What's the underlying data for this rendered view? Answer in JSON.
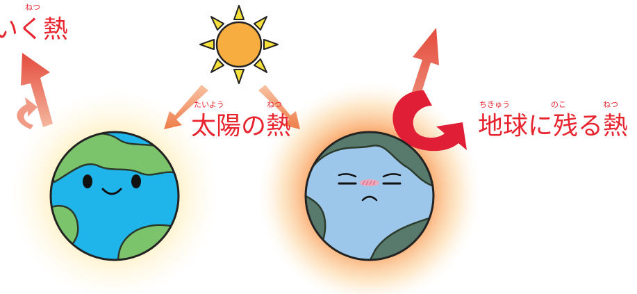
{
  "labels": {
    "escaping_heat": {
      "text": "いく熱",
      "ruby": "ねつ"
    },
    "sun_heat": {
      "text": "太陽の熱",
      "ruby_taiyou": "たいよう",
      "ruby_netsu": "ねつ"
    },
    "earth_remaining_heat": {
      "text": "地球に残る熱",
      "ruby_chikyuu": "ちきゅう",
      "ruby_noko": "のこ",
      "ruby_netsu": "ねつ"
    }
  },
  "colors": {
    "label_red": "#e8242f",
    "arrow_red": "#e34a3c",
    "arrow_orange": "#ee7d4a",
    "curved_arrow_red": "#e01e35",
    "earth_ocean_happy": "#1fb4ea",
    "earth_ocean_sad": "#9cc7ea",
    "earth_land_happy": "#7cc46b",
    "earth_land_sad": "#587a6c",
    "sun_body": "#f7ad3f",
    "sun_rays": "#f6e13a"
  },
  "icons": [
    "sun-icon",
    "happy-earth-icon",
    "sad-earth-icon"
  ]
}
